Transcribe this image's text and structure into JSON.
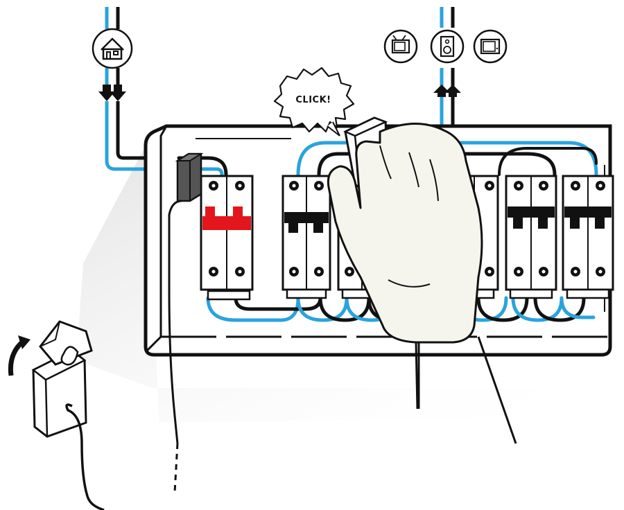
{
  "callout": {
    "text": "CLICK!"
  },
  "feeds": {
    "supply_icon": "house-icon",
    "load_icons": [
      "tv-icon",
      "speaker-icon",
      "monitor-icon"
    ],
    "supply_direction": "down",
    "load_direction": "up"
  },
  "panel": {
    "main_breaker_color": "#e3161c",
    "wire_color": "#2aa3dc",
    "breaker_count": 7
  },
  "sensor_steps": {
    "open_sensor_arrow": "rotate-arrow-icon"
  }
}
